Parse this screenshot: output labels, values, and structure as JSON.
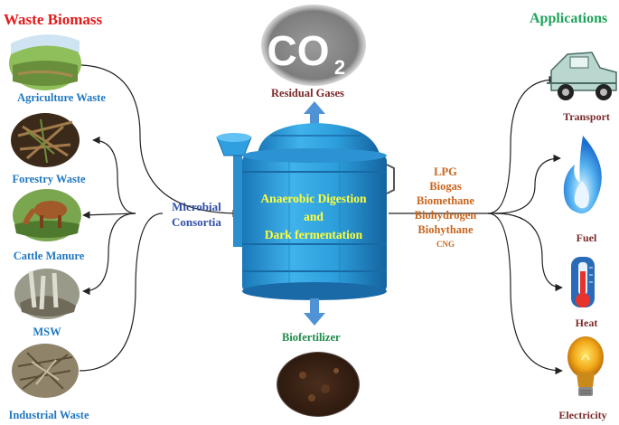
{
  "colors": {
    "heading_left": "#e31b1b",
    "heading_right": "#1fa25a",
    "source_labels": "#1f78c1",
    "application_labels": "#7b2a2a",
    "process_labels": "#2f4fa8",
    "products": "#c8651e",
    "residual_gases": "#7b2a2a",
    "biofertilizer": "#1e8a4a",
    "digester_text": "#ffff3a",
    "digester_body": "#2b9ad6",
    "arrows": "#222222",
    "flow_arrows": "#4f93d6"
  },
  "waste_biomass": {
    "heading": "Waste Biomass",
    "sources": [
      {
        "label": "Agriculture Waste",
        "icon": "field-icon"
      },
      {
        "label": "Forestry Waste",
        "icon": "forest-icon"
      },
      {
        "label": "Cattle Manure",
        "icon": "cow-icon"
      },
      {
        "label": "MSW",
        "icon": "landfill-icon"
      },
      {
        "label": "Industrial Waste",
        "icon": "waste-pile-icon"
      }
    ]
  },
  "center": {
    "microbial_consortia": [
      "Microbial",
      "Consortia"
    ],
    "digester_text": [
      "Anaerobic Digestion",
      "and",
      "Dark fermentation"
    ],
    "residual_gases": "Residual Gases",
    "co2_label": "CO",
    "co2_subscript": "2",
    "biofertilizer": "Biofertilizer"
  },
  "products": {
    "items": [
      "LPG",
      "Biogas",
      "Biomethane",
      "Biohydrogen",
      "Biohythane"
    ],
    "small_item": "CNG"
  },
  "applications": {
    "heading": "Applications",
    "items": [
      {
        "label": "Transport",
        "icon": "truck-icon"
      },
      {
        "label": "Fuel",
        "icon": "flame-icon"
      },
      {
        "label": "Heat",
        "icon": "thermometer-icon"
      },
      {
        "label": "Electricity",
        "icon": "light-bulb-icon"
      }
    ]
  }
}
